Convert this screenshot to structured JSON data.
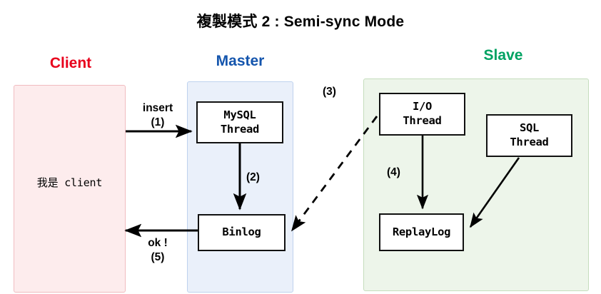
{
  "title": "複製模式 2 : Semi-sync Mode",
  "zones": [
    {
      "id": "client",
      "label": "Client",
      "color": "#e8001c",
      "panel_color": "#fdeced",
      "caption": "我是 client"
    },
    {
      "id": "master",
      "label": "Master",
      "color": "#1455ad",
      "panel_color": "#eaf0fa"
    },
    {
      "id": "slave",
      "label": "Slave",
      "color": "#00a262",
      "panel_color": "#edf5ea"
    }
  ],
  "nodes": [
    {
      "id": "mysql-thread",
      "line1": "MySQL",
      "line2": "Thread"
    },
    {
      "id": "binlog",
      "line1": "Binlog",
      "line2": ""
    },
    {
      "id": "io-thread",
      "line1": "I/O",
      "line2": "Thread"
    },
    {
      "id": "sql-thread",
      "line1": "SQL",
      "line2": "Thread"
    },
    {
      "id": "replay-log",
      "line1": "ReplayLog",
      "line2": ""
    }
  ],
  "edges": {
    "insert": {
      "text": "insert",
      "step": "(1)"
    },
    "ok": {
      "text": "ok !",
      "step": "(5)"
    },
    "step2": "(2)",
    "step3": "(3)",
    "step4": "(4)"
  }
}
